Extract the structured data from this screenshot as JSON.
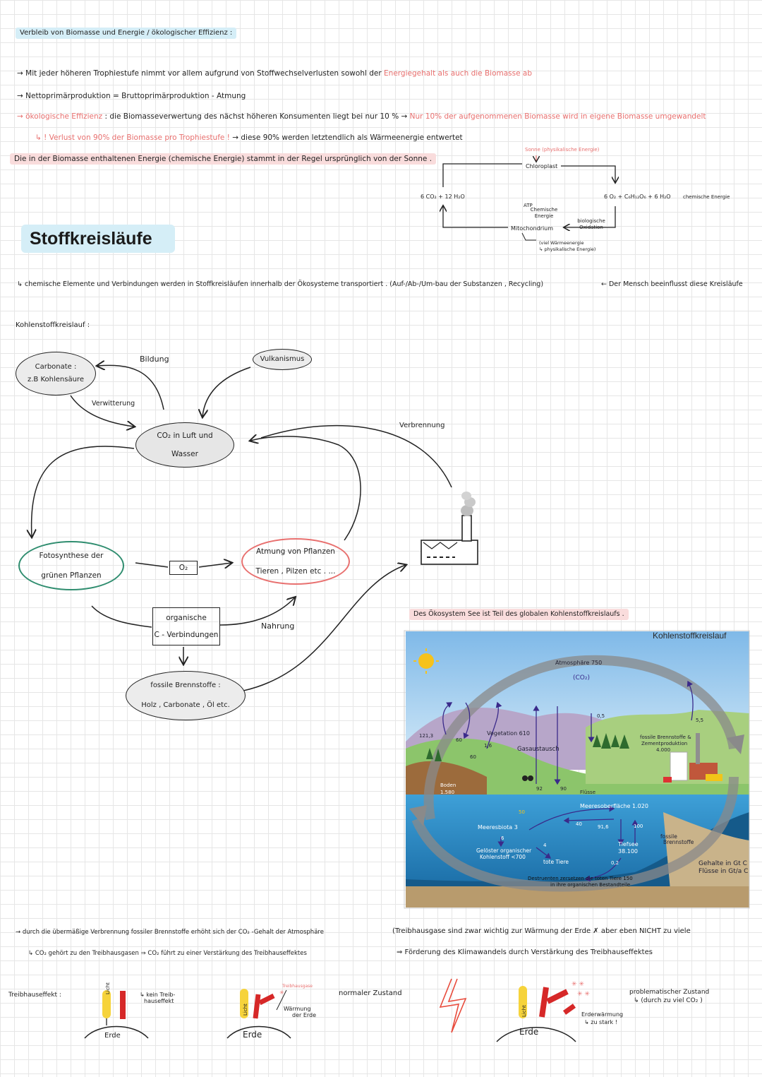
{
  "heading_top": "Verbleib von Biomasse und Energie / ökologischer Effizienz :",
  "bullets": [
    "→ Mit jeder höheren Trophiestufe nimmt vor allem aufgrund von Stoffwechselverlusten sowohl der",
    "Energiegehalt als auch",
    "die Biomasse ab",
    "→ Nettoprimärproduktion = Bruttoprimärproduktion - Atmung",
    "→ ökologische Effizienz",
    ": die Biomasseverwertung des nächst höheren Konsumenten liegt bei nur 10 % →",
    "Nur 10% der aufgenommenen Biomasse wird in eigene Biomasse umgewandelt",
    "↳ ! Verlust von 90% der Biomasse pro Trophiestufe !",
    "→ diese 90% werden letztendlich als Wärmeenergie entwertet"
  ],
  "sun_sentence": "Die in der Biomasse enthaltenen Energie (chemische Energie) stammt in der Regel ursprünglich von der Sonne .",
  "photo_cycle": {
    "sonne": "Sonne",
    "sonne_energy": "(physikalische Energie)",
    "chloroplast": "Chloroplast",
    "left": "6 CO₂ + 12 H₂O",
    "right": "6 O₂ + C₆H₁₂O₆ + 6 H₂O",
    "right_note": "chemische Energie",
    "atp": "ATP",
    "chem": "Chemische Energie",
    "mito": "Mitochondrium",
    "oxid": "biologische Oxidation",
    "heat": "(viel Wärmeenergie",
    "heat2": "↳ physikalische Energie)"
  },
  "title": "Stoffkreisläufe",
  "intro": "↳ chemische Elemente und Verbindungen werden in Stoffkreisläufen innerhalb der Ökosysteme transportiert . (Auf-/Ab-/Um-bau der Substanzen , Recycling)",
  "intro_note": "← Der Mensch beeinflusst diese Kreisläufe",
  "carbon_heading": "Kohlenstoffkreislauf :",
  "diagram": {
    "carbonate": "Carbonate :",
    "carbonate2": "z.B Kohlensäure",
    "bildung": "Bildung",
    "vulkanismus": "Vulkanismus",
    "verwitterung": "Verwitterung",
    "co2": "CO₂ in Luft und",
    "co2_2": "Wasser",
    "verbrennung": "Verbrennung",
    "foto": "Fotosynthese der",
    "foto2": "grünen Pflanzen",
    "o2": "O₂",
    "atmung": "Atmung von Pflanzen",
    "atmung2": "Tieren , Pilzen etc . ...",
    "organ": "organische",
    "organ2": "C - Verbindungen",
    "nahrung": "Nahrung",
    "fossil": "fossile Brennstoffe :",
    "fossil2": "Holz , Carbonate , Öl etc."
  },
  "see_note": "Des Ökosystem See ist Teil des globalen Kohlenstoffkreislaufs .",
  "figure": {
    "title": "Kohlenstoffkreislauf",
    "atmosphere": "Atmosphäre 750",
    "co2": "(CO₂)",
    "vegetation": "Vegetation 610",
    "gasaustausch": "Gasaustausch",
    "boden": "Boden",
    "boden_val": "1.580",
    "fossil": "fossile Brennstoffe &",
    "fossil2": "Zementproduktion",
    "fossil_val": "4.000",
    "fluesse": "Flüsse",
    "oberflaeche": "Meeresoberfläche 1.020",
    "biota": "Meeresbiota 3",
    "geloest": "Gelöster organischer",
    "geloest2": "Kohlenstoff <700",
    "tiefsee": "Tiefsee",
    "tiefsee_val": "38.100",
    "fossile_bs": "fossile",
    "fossile_bs2": "Brennstoffe",
    "tote_tiere": "tote Tiere",
    "zersetzen": "Destruenten zersetzen die toten Tiere 150",
    "zersetzen2": "in ihre organischen Bestandteile",
    "gehalte": "Gehalte in Gt C",
    "fluesse_gt": "Flüsse in Gt/a C",
    "numbers": [
      "121,3",
      "60",
      "1,6",
      "60",
      "0,5",
      "5,5",
      "92",
      "90",
      "50",
      "40",
      "91,6",
      "100",
      "6",
      "4",
      "0,2"
    ]
  },
  "bottom_left_1": "→ durch die übermäßige Verbrennung fossiler Brennstoffe erhöht sich der CO₂ -Gehalt der Atmosphäre",
  "bottom_left_2": "↳ CO₂ gehört zu den Treibhausgasen ⇒ CO₂ führt zu einer Verstärkung des Treibhauseffektes",
  "bottom_right_1": "(Treibhausgase sind zwar wichtig zur Wärmung der Erde ✗ aber eben NICHT zu viele",
  "bottom_right_2": "⇒ Förderung des Klimawandels durch Verstärkung des Treibhauseffektes",
  "greenhouse": {
    "label": "Treibhauseffekt :",
    "licht": "Licht",
    "erde": "Erde",
    "kein": "↳ kein Treib-",
    "kein2": "hauseffekt",
    "treibhausgase": "Treibhausgase",
    "waermung": "Wärmung",
    "waermung2": "der Erde",
    "normal": "normaler Zustand",
    "erderwaermung": "Erderwärmung",
    "zu_stark": "↳ zu stark !",
    "problem": "problematischer Zustand",
    "problem2": "↳ (durch zu viel CO₂ )"
  },
  "colors": {
    "pink": "#e8706f",
    "blue_highlight": "#d5eef7",
    "pink_highlight": "#f9dcdc",
    "light_red": "#e84b3c"
  }
}
